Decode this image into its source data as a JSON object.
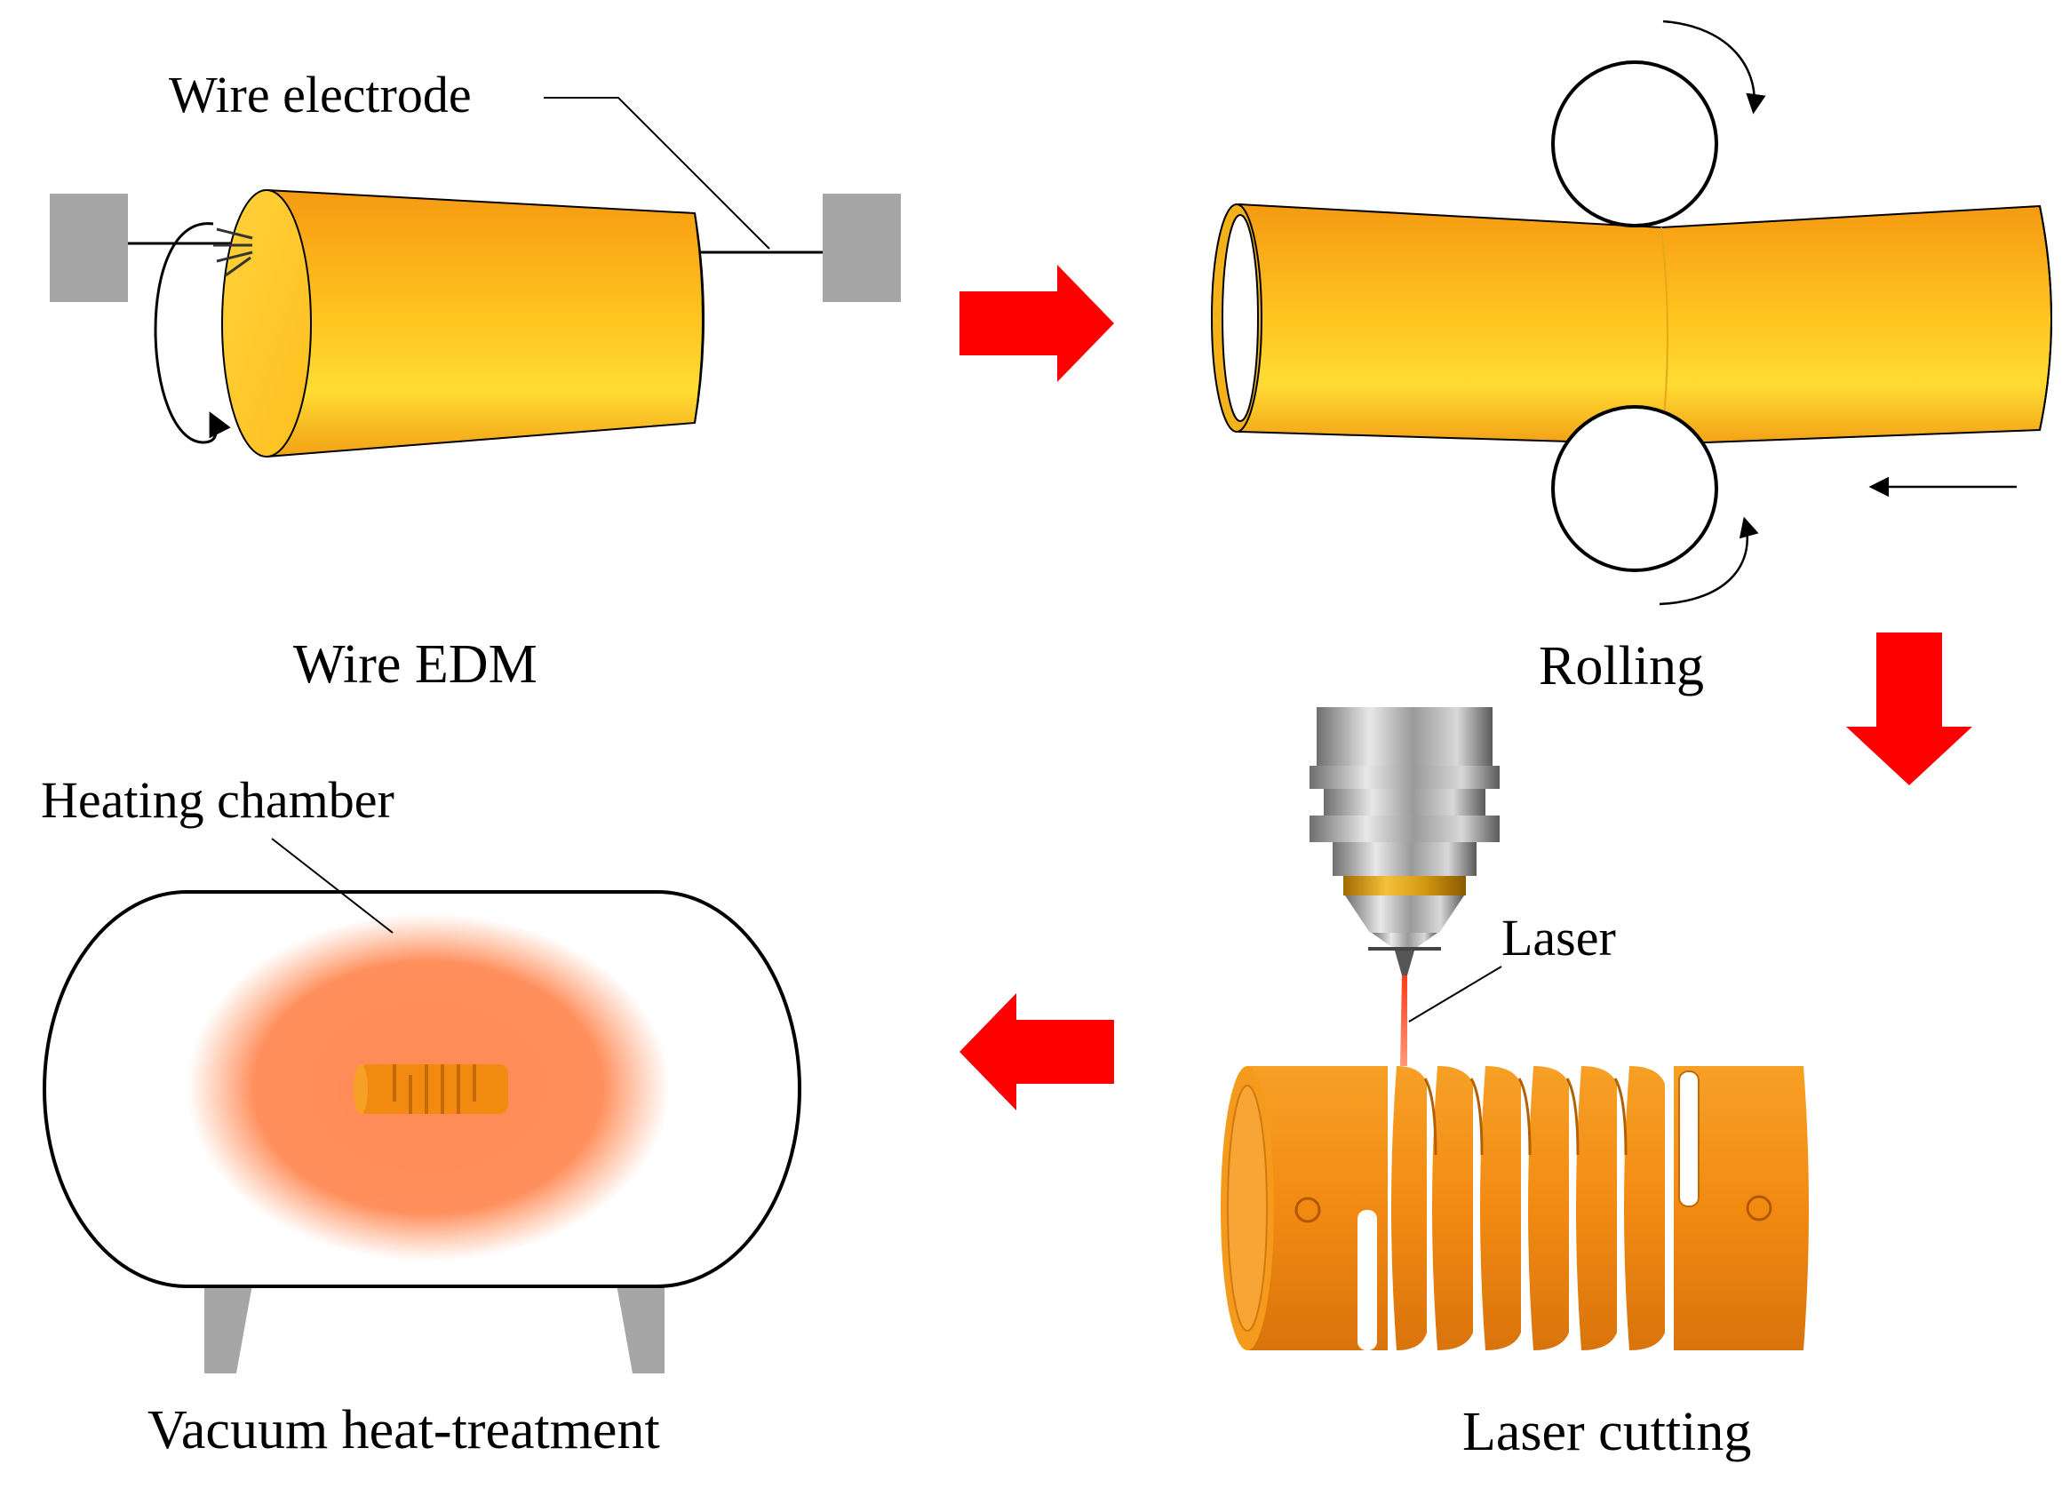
{
  "labels": {
    "wire_electrode": "Wire electrode",
    "wire_edm": "Wire EDM",
    "rolling": "Rolling",
    "heating_chamber": "Heating chamber",
    "laser": "Laser",
    "laser_cutting": "Laser cutting",
    "vacuum_heat_treatment": "Vacuum heat-treatment"
  },
  "colors": {
    "tube_orange": "#f7a21a",
    "tube_yellow": "#ffd630",
    "part_orange": "#f08a10",
    "arrow_red": "#ff0000",
    "block_gray": "#a6a6a6",
    "glow": "#ff8c55",
    "outline": "#000000"
  },
  "icons": {
    "step_arrow": "red-block-arrow",
    "rotation": "curved-arrow"
  }
}
